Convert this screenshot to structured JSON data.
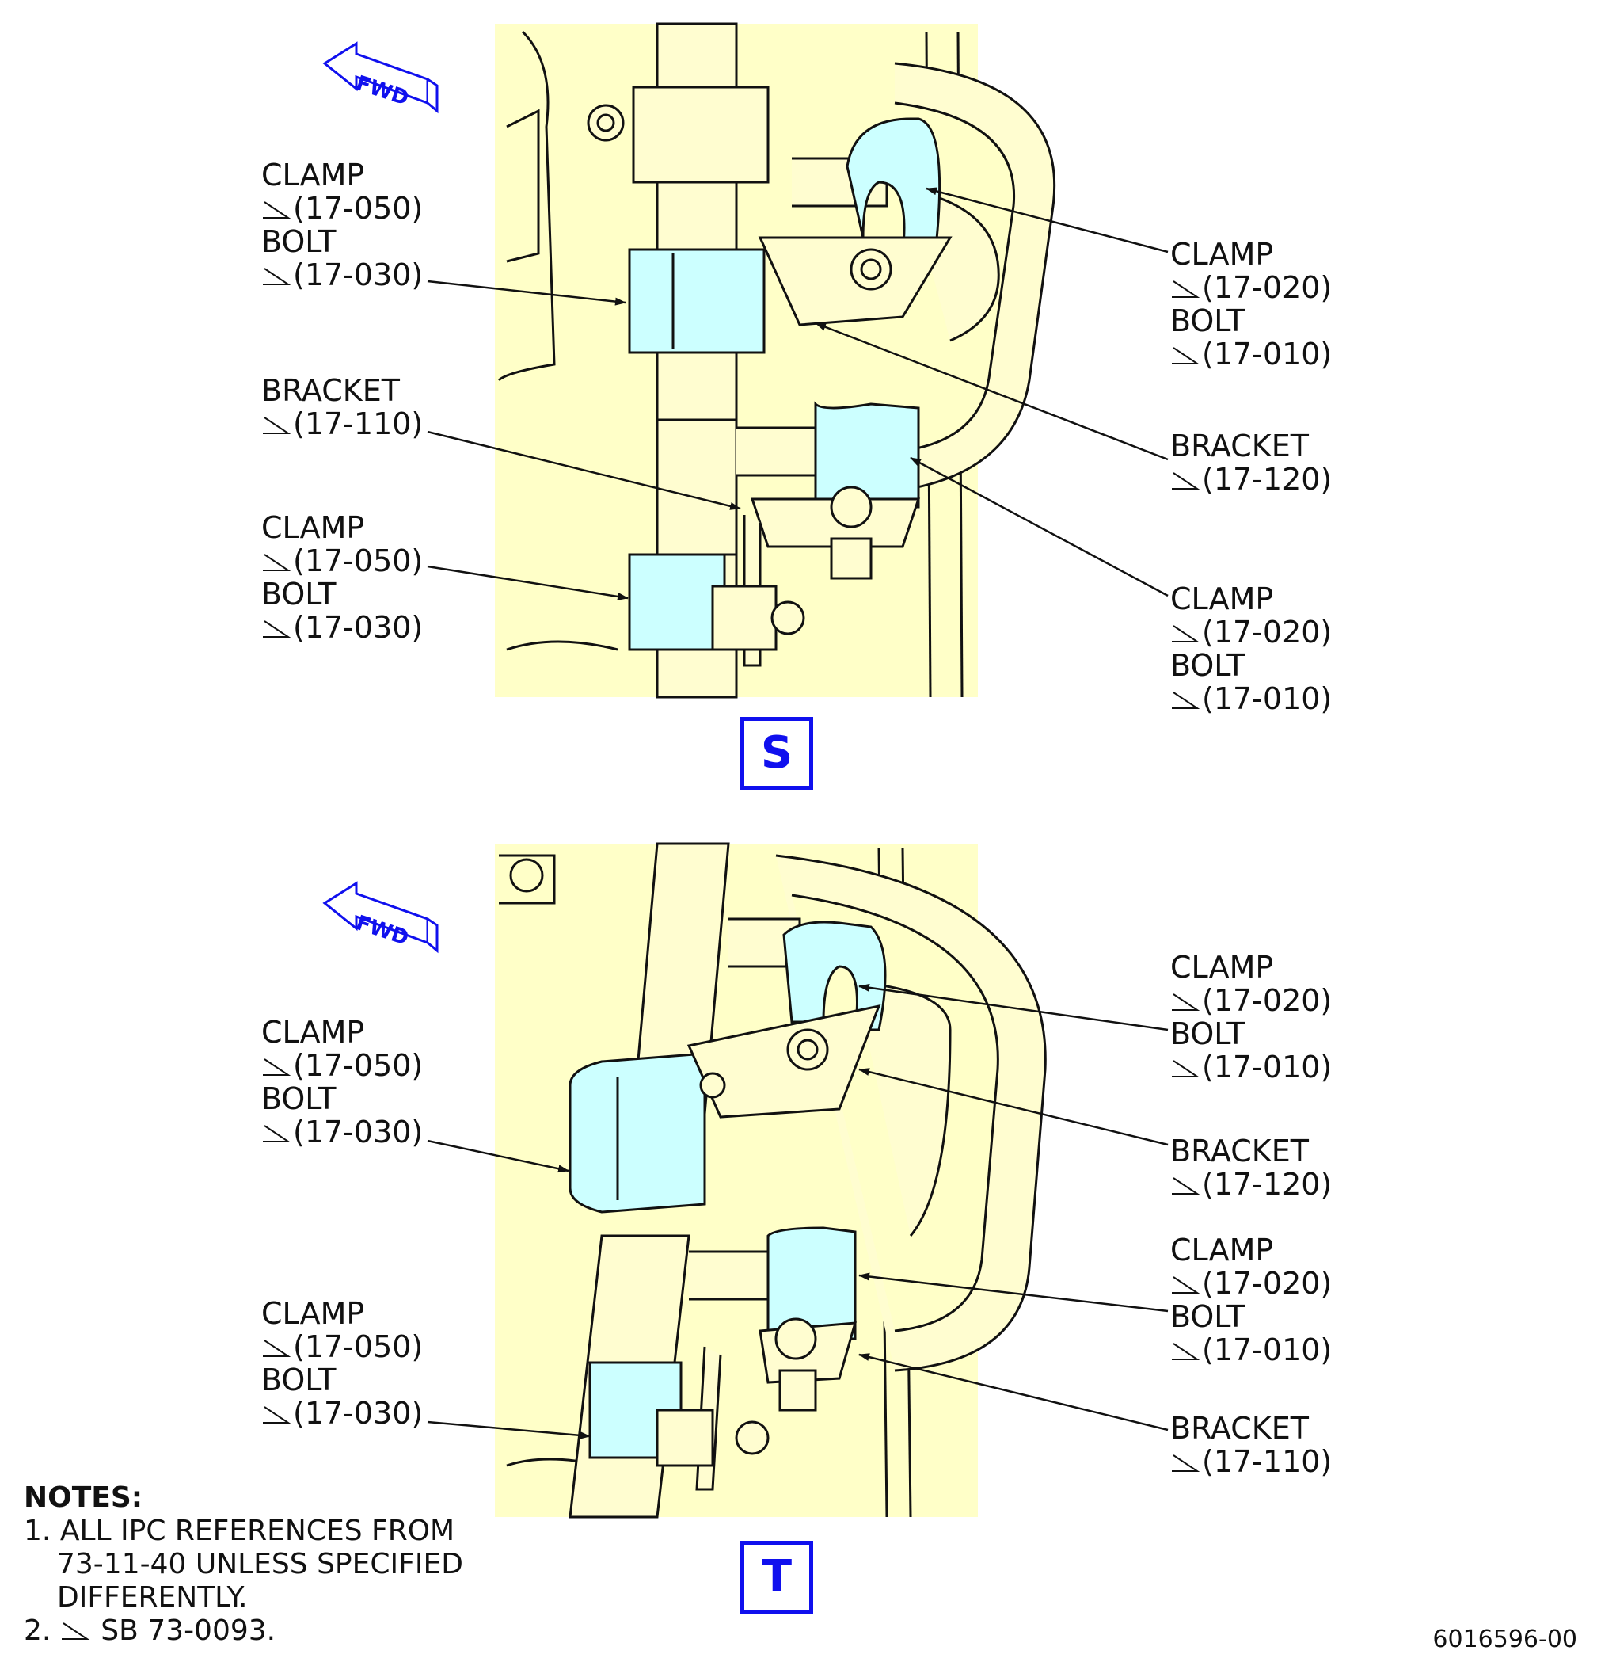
{
  "colors": {
    "background": "#FFFFC8",
    "tube": "#FFFDD0",
    "clamp": "#CCFFFF",
    "outline": "#111111",
    "view_label": "#1010EE"
  },
  "views": [
    {
      "id": "S",
      "label": "S",
      "fwd_label": "FWD",
      "callouts": [
        {
          "lines": [
            "CLAMP",
            "(17-050)",
            "BOLT",
            "(17-030)"
          ]
        },
        {
          "lines": [
            "BRACKET",
            "(17-110)"
          ]
        },
        {
          "lines": [
            "CLAMP",
            "(17-050)",
            "BOLT",
            "(17-030)"
          ]
        },
        {
          "lines": [
            "CLAMP",
            "(17-020)",
            "BOLT",
            "(17-010)"
          ]
        },
        {
          "lines": [
            "BRACKET",
            "(17-120)"
          ]
        },
        {
          "lines": [
            "CLAMP",
            "(17-020)",
            "BOLT",
            "(17-010)"
          ]
        }
      ]
    },
    {
      "id": "T",
      "label": "T",
      "fwd_label": "FWD",
      "callouts": [
        {
          "lines": [
            "CLAMP",
            "(17-050)",
            "BOLT",
            "(17-030)"
          ]
        },
        {
          "lines": [
            "CLAMP",
            "(17-050)",
            "BOLT",
            "(17-030)"
          ]
        },
        {
          "lines": [
            "CLAMP",
            "(17-020)",
            "BOLT",
            "(17-010)"
          ]
        },
        {
          "lines": [
            "BRACKET",
            "(17-120)"
          ]
        },
        {
          "lines": [
            "CLAMP",
            "(17-020)",
            "BOLT",
            "(17-010)"
          ]
        },
        {
          "lines": [
            "BRACKET",
            "(17-110)"
          ]
        }
      ]
    }
  ],
  "notes": {
    "heading": "NOTES:",
    "items": [
      {
        "number": "1.",
        "lines": [
          "ALL IPC REFERENCES FROM",
          "73-11-40 UNLESS SPECIFIED",
          "DIFFERENTLY."
        ]
      },
      {
        "number": "2.",
        "text": "SB 73-0093."
      }
    ]
  },
  "figure_number": "6016596-00"
}
